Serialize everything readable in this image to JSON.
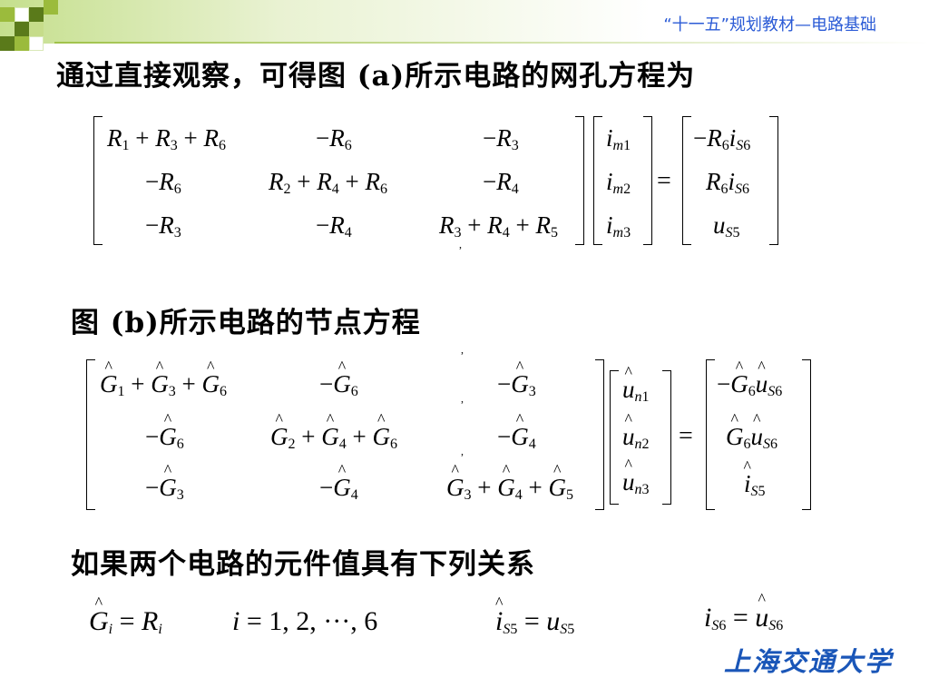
{
  "header": {
    "course_title": "“十一五”规划教材—电路基础"
  },
  "colors": {
    "accent_green": "#9bbb3c",
    "dark_green": "#5a7a1a",
    "header_text": "#2b5bd6",
    "logo_blue": "#1a56b8"
  },
  "heading_a": "通过直接观察，可得图 (a)所示电路的网孔方程为",
  "heading_b": "图 (b)所示电路的节点方程",
  "heading_c": "如果两个电路的元件值具有下列关系",
  "matrix_a": {
    "rows": [
      [
        "R1 + R3 + R6",
        "−R6",
        "−R3"
      ],
      [
        "−R6",
        "R2 + R4 + R6",
        "−R4"
      ],
      [
        "−R3",
        "−R4",
        "R3 + R4 + R5"
      ]
    ],
    "unknowns": [
      "im1",
      "im2",
      "im3"
    ],
    "rhs": [
      "−R6 iS6",
      "R6 iS6",
      "uS5"
    ]
  },
  "matrix_b": {
    "rows": [
      [
        "Ĝ1 + Ĝ3 + Ĝ6",
        "−Ĝ6",
        "−Ĝ3"
      ],
      [
        "−Ĝ6",
        "Ĝ2 + Ĝ4 + Ĝ6",
        "−Ĝ4"
      ],
      [
        "−Ĝ3",
        "−Ĝ4",
        "Ĝ3 + Ĝ4 + Ĝ5"
      ]
    ],
    "unknowns": [
      "ûn1",
      "ûn2",
      "ûn3"
    ],
    "rhs": [
      "−Ĝ6 ûS6",
      "Ĝ6 ûS6",
      "îS5"
    ]
  },
  "relations": [
    "Ĝi = Ri",
    "i = 1, 2, ···, 6",
    "îS5 = uS5",
    "iS6 = ûS6"
  ],
  "equals_sign": "=",
  "university_logo_text": "上海交通大学"
}
